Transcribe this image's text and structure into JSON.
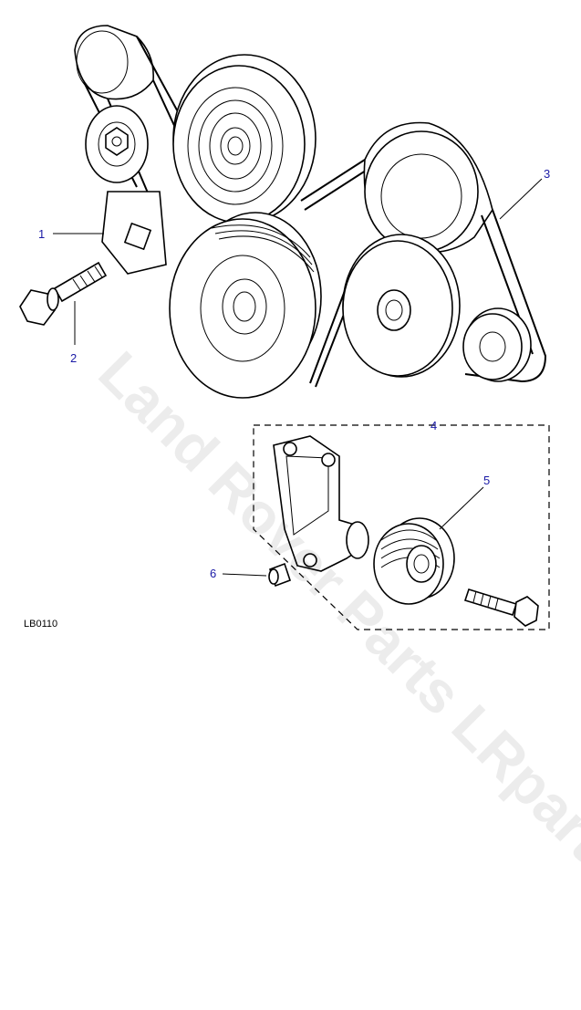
{
  "diagram_code": "LB0110",
  "watermark": "Land Rover Parts LRpartsnet.ru",
  "callouts": [
    {
      "id": "1",
      "text": "1"
    },
    {
      "id": "2",
      "text": "2"
    },
    {
      "id": "3",
      "text": "3"
    },
    {
      "id": "4",
      "text": "4"
    },
    {
      "id": "5",
      "text": "5"
    },
    {
      "id": "6",
      "text": "6"
    }
  ],
  "colors": {
    "callout": "#1a1aa6",
    "line": "#000000",
    "background": "#ffffff"
  }
}
